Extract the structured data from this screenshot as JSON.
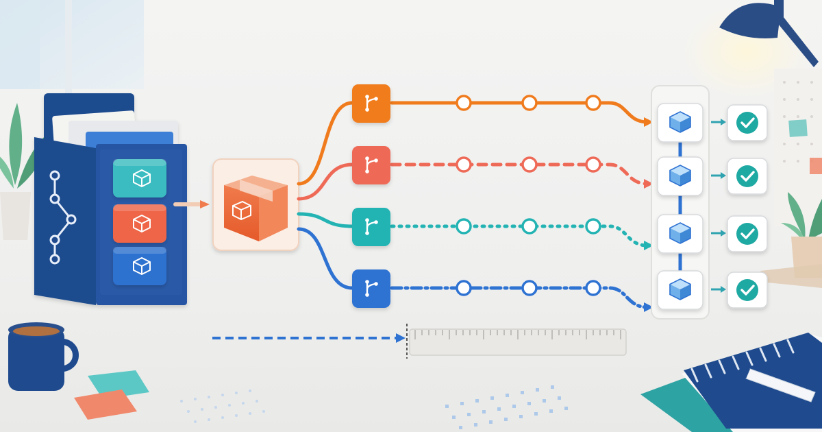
{
  "colors": {
    "orange": "#f07b1d",
    "red": "#ee6a57",
    "teal": "#23b3b3",
    "blue": "#2e72d2",
    "navy": "#1f4b8e",
    "package": "#ea6a3c",
    "check": "#1fa9a3"
  },
  "diagram": {
    "source": {
      "icon": "git-branch-icon",
      "modules": [
        {
          "name": "teal-module",
          "icon": "cube-icon",
          "color": "#3bbcc0"
        },
        {
          "name": "red-module",
          "icon": "cube-icon",
          "color": "#ee6547"
        },
        {
          "name": "blue-module",
          "icon": "cube-icon",
          "color": "#2f72cf"
        }
      ]
    },
    "package": {
      "icon": "package-box-icon"
    },
    "branches": [
      {
        "color": "#f07b1d",
        "line_style": "solid",
        "branch_icon": "git-branch-icon",
        "target_icon": "cube-icon",
        "status_icon": "check-icon",
        "checkpoints": 3
      },
      {
        "color": "#ee6a57",
        "line_style": "dashed",
        "branch_icon": "git-branch-icon",
        "target_icon": "cube-icon",
        "status_icon": "check-icon",
        "checkpoints": 3
      },
      {
        "color": "#23b3b3",
        "line_style": "dotted",
        "branch_icon": "git-branch-icon",
        "target_icon": "cube-icon",
        "status_icon": "check-icon",
        "checkpoints": 3
      },
      {
        "color": "#2e72d2",
        "line_style": "dash-dot",
        "branch_icon": "git-branch-icon",
        "target_icon": "cube-icon",
        "status_icon": "check-icon",
        "checkpoints": 3
      }
    ],
    "timeline": {
      "arrow_style": "dashed",
      "ruler_icon": "ruler-icon"
    }
  },
  "decor": [
    "window-pane",
    "plant-left",
    "plant-right",
    "desk-lamp",
    "coffee-mug",
    "sticky-notes",
    "notebook",
    "pen",
    "calendar-grid"
  ]
}
